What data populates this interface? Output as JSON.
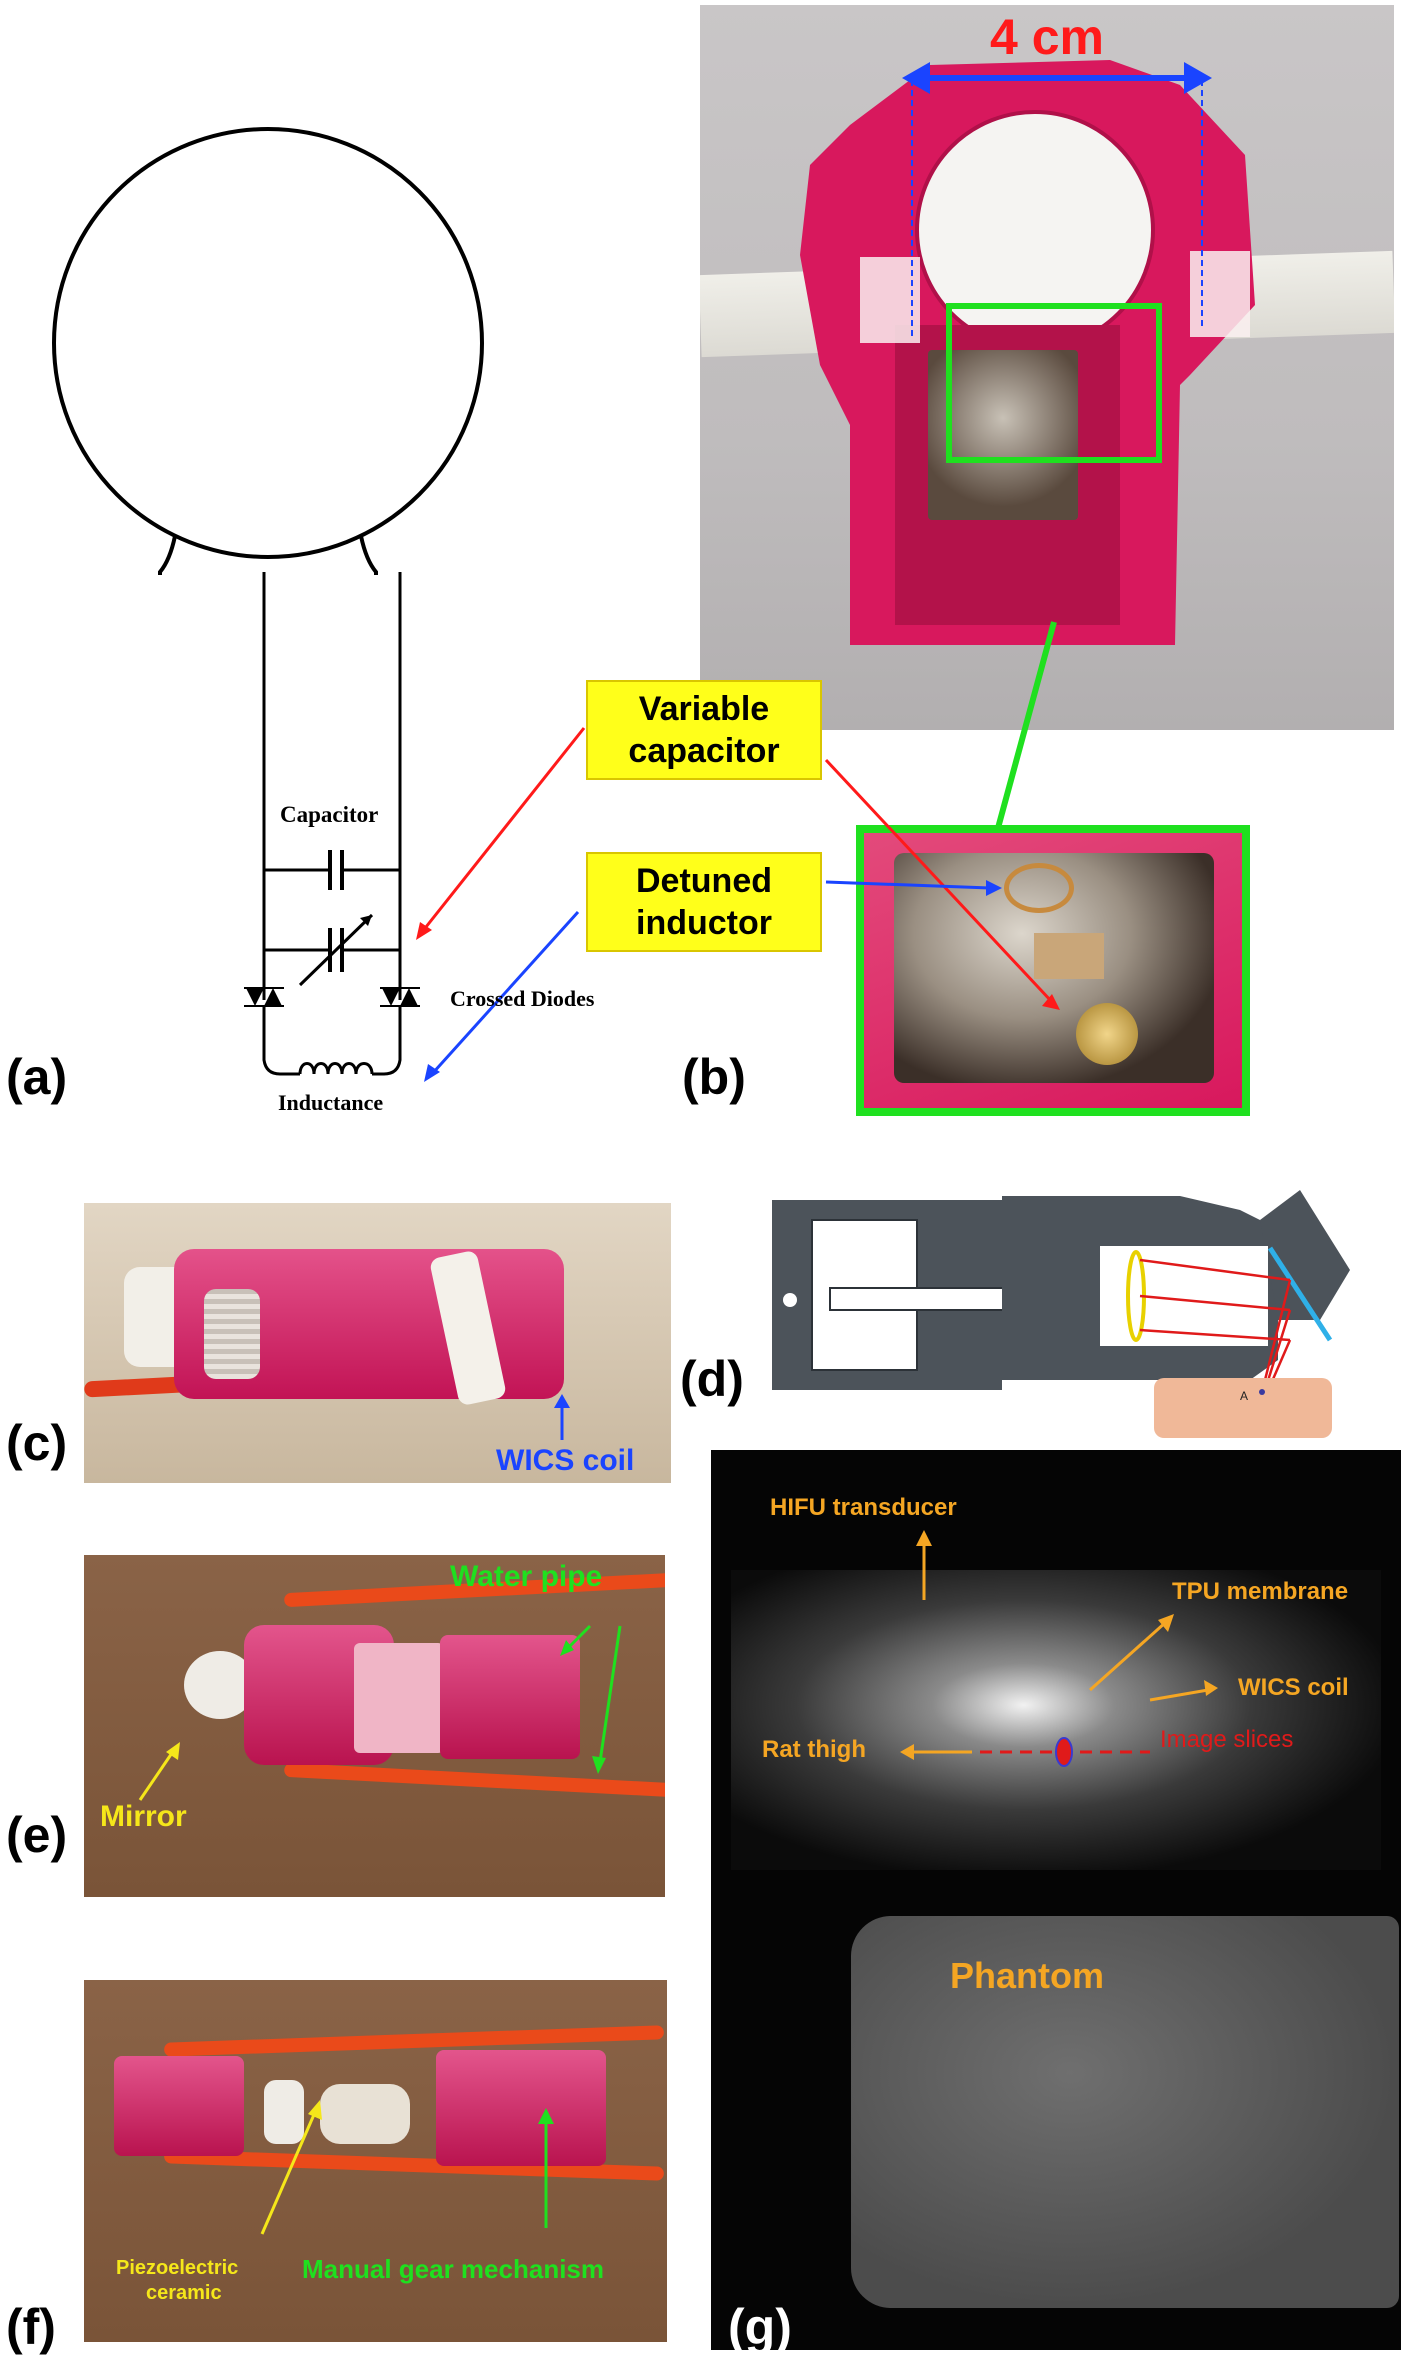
{
  "panels": {
    "a": "(a)",
    "b": "(b)",
    "c": "(c)",
    "d": "(d)",
    "e": "(e)",
    "f": "(f)",
    "g": "(g)"
  },
  "circuit": {
    "capacitor": "Capacitor",
    "crossed_diodes": "Crossed Diodes",
    "inductance": "Inductance"
  },
  "callouts": {
    "variable_capacitor": "Variable capacitor",
    "detuned_inductor": "Detuned inductor"
  },
  "dimension": {
    "label": "4 cm"
  },
  "photo_c": {
    "wics_coil": "WICS coil"
  },
  "photo_e": {
    "water_pipe": "Water pipe",
    "mirror": "Mirror"
  },
  "photo_f": {
    "piezo_line1": "Piezoelectric",
    "piezo_line2": "ceramic",
    "gear": "Manual gear mechanism"
  },
  "diagram_d": {
    "point": "A"
  },
  "mri": {
    "hifu": "HIFU transducer",
    "tpu": "TPU membrane",
    "wics": "WICS coil",
    "rat": "Rat thigh",
    "slices": "Image slices",
    "phantom": "Phantom"
  },
  "colors": {
    "pink": "#d81a5e",
    "green_box": "#1fe01f",
    "yellow_box": "#ffff1a",
    "arrow_red": "#ff1a1a",
    "arrow_blue": "#1a44ff",
    "orange_label": "#f5a623"
  }
}
